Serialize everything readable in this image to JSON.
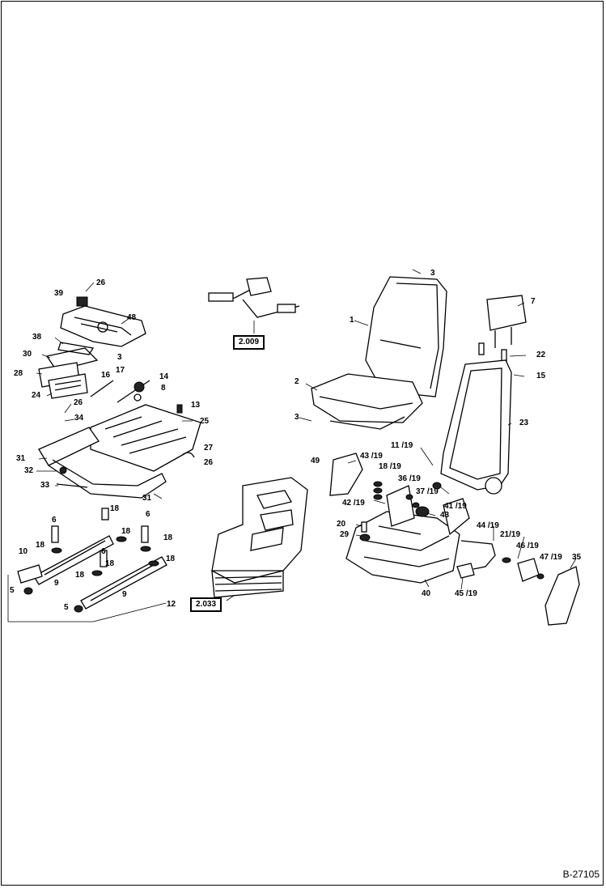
{
  "doc_number": "B-27105",
  "reference_boxes": [
    "2.009",
    "2.033"
  ],
  "callouts": {
    "c39": "39",
    "c26a": "26",
    "c48": "48",
    "c38": "38",
    "c30": "30",
    "c3a": "3",
    "c28": "28",
    "c16": "16",
    "c17": "17",
    "c14": "14",
    "c8": "8",
    "c24": "24",
    "c26b": "26",
    "c13": "13",
    "c34": "34",
    "c25": "25",
    "c31a": "31",
    "c27": "27",
    "c26c": "26",
    "c32": "32",
    "c33": "33",
    "c31b": "31",
    "c6a": "6",
    "c18a": "18",
    "c6b": "6",
    "c18b": "18",
    "c18c": "18",
    "c10": "10",
    "c6c": "6",
    "c18d": "18",
    "c18e": "18",
    "c18f": "18",
    "c9a": "9",
    "c18g": "18",
    "c5a": "5",
    "c9b": "9",
    "c12": "12",
    "c5b": "5",
    "c3b": "3",
    "c1": "1",
    "c7": "7",
    "c22": "22",
    "c15": "15",
    "c2": "2",
    "c3c": "3",
    "c23": "23",
    "c11_19": "11 /19",
    "c49": "49",
    "c43_19": "43 /19",
    "c18_19": "18 /19",
    "c36_19": "36 /19",
    "c37_19": "37 /19",
    "c41_19": "41 /19",
    "c42_19": "42 /19",
    "c43": "43",
    "c20": "20",
    "c29": "29",
    "c44_19": "44 /19",
    "c21_19": "21/19",
    "c46_19": "46 /19",
    "c47_19": "47 /19",
    "c35": "35",
    "c40": "40",
    "c45_19": "45 /19"
  }
}
